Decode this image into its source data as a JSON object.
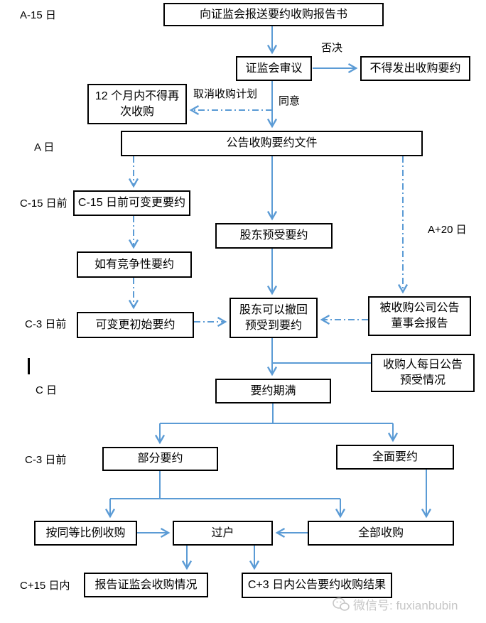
{
  "colors": {
    "arrow": "#5B9BD5",
    "box_border": "#000000",
    "box_fill": "#FFFFFF",
    "text": "#000000",
    "watermark": "#C6C6C6"
  },
  "timeline": {
    "a_minus_15": "A-15 日",
    "a_day": "A 日",
    "c_minus_15": "C-15 日前",
    "c_minus_3_upper": "C-3 日前",
    "c_day": "C 日",
    "c_minus_3_lower": "C-3 日前",
    "c_plus_15": "C+15 日内"
  },
  "edge_labels": {
    "veto": "否决",
    "approve": "同意",
    "cancel_plan": "取消收购计划",
    "a_plus_20": "A+20 日"
  },
  "nodes": {
    "submit_report": "向证监会报送要约收购报告书",
    "csrc_review": "证监会审议",
    "no_offer": "不得发出收购要约",
    "no_reacquire": {
      "line1": "12 个月内不得再",
      "line2": "次收购"
    },
    "announce_offer": "公告收购要约文件",
    "change_before_c15": "C-15 日前可变更要约",
    "shareholder_preaccept": "股东预受要约",
    "competing_offer": "如有竞争性要约",
    "change_initial": "可变更初始要约",
    "withdraw": {
      "line1": "股东可以撤回",
      "line2": "预受到要约"
    },
    "board_report": {
      "line1": "被收购公司公告",
      "line2": "董事会报告"
    },
    "daily_announce": {
      "line1": "收购人每日公告",
      "line2": "预受情况"
    },
    "offer_expiry": "要约期满",
    "partial_offer": "部分要约",
    "full_offer": "全面要约",
    "proportional": "按同等比例收购",
    "transfer": "过户",
    "acquire_all": "全部收购",
    "report_csrc": "报告证监会收购情况",
    "announce_result": "C+3 日内公告要约收购结果"
  },
  "watermark": {
    "text": "微信号: fuxianbubin"
  }
}
